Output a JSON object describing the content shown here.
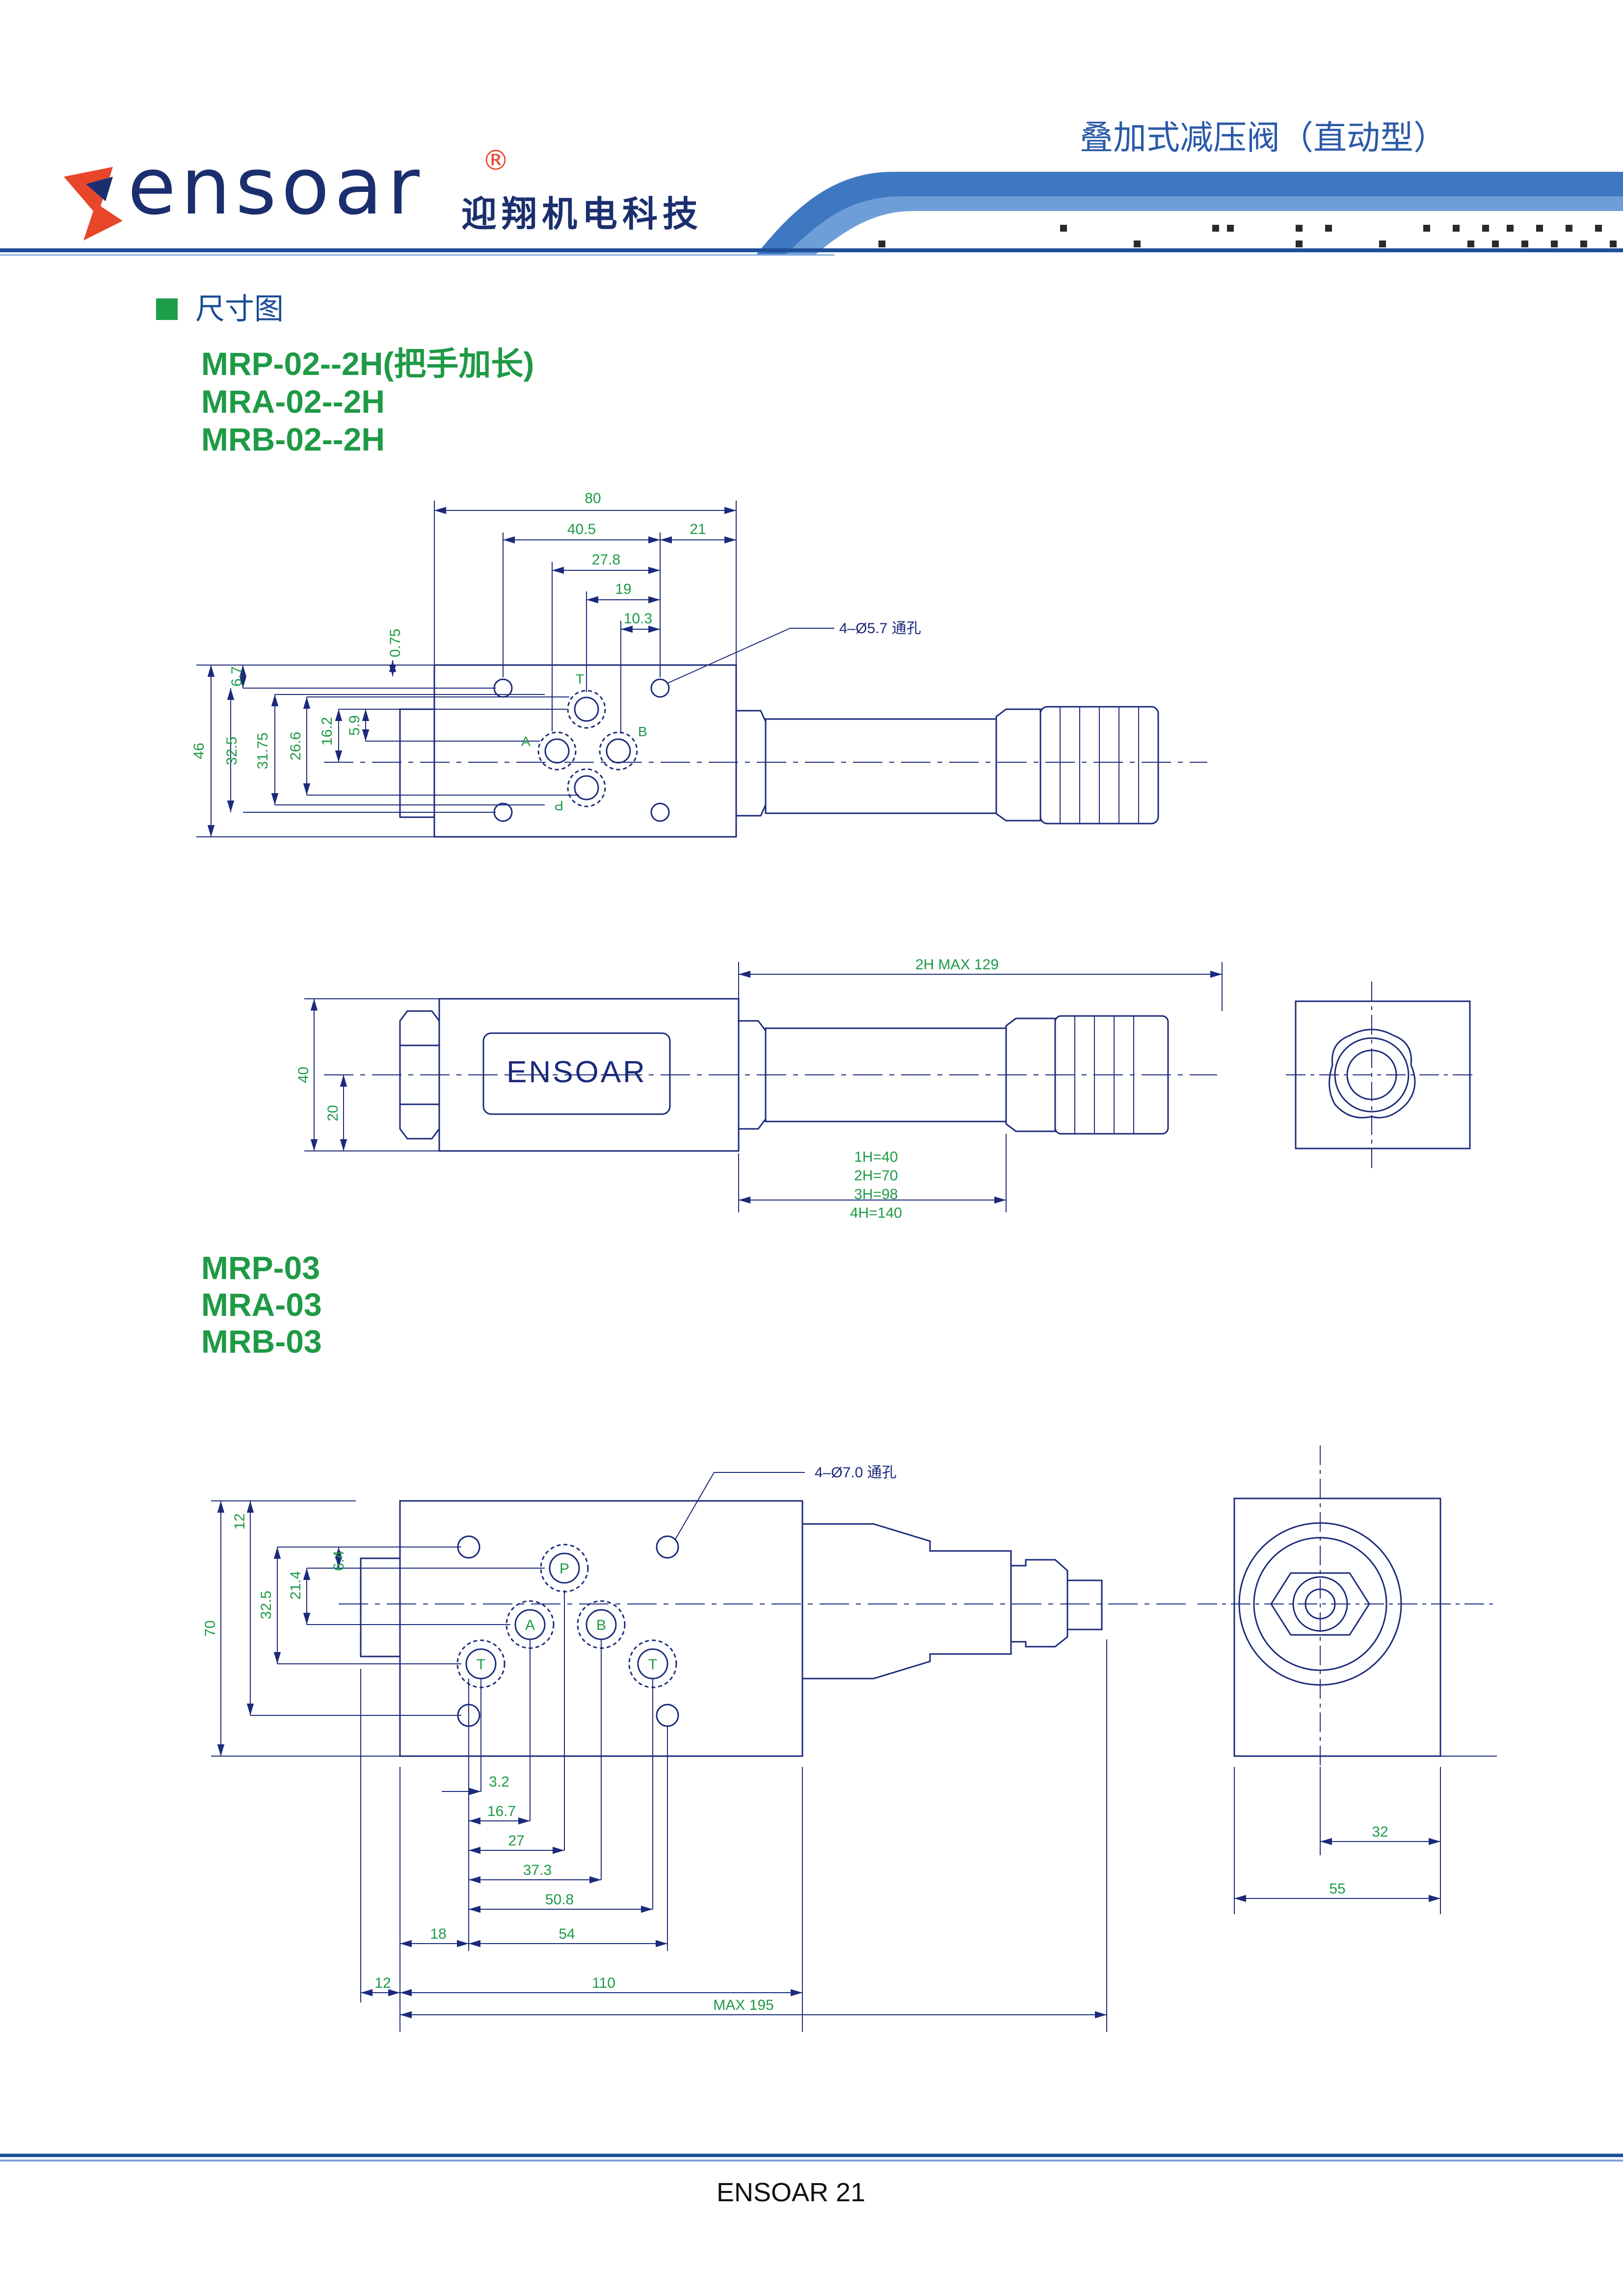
{
  "header": {
    "logo_text": "ensoar",
    "logo_registered": "®",
    "company_cn": "迎翔机电科技",
    "title": "叠加式减压阀（直动型）"
  },
  "section": {
    "label": "尺寸图"
  },
  "models_02": [
    "MRP-02--2H(把手加长)",
    "MRA-02--2H",
    "MRB-02--2H"
  ],
  "models_03": [
    "MRP-03",
    "MRA-03",
    "MRB-03"
  ],
  "drawing1": {
    "note_holes": "4–Ø5.7 通孔",
    "dims_top": [
      "80",
      "40.5",
      "21",
      "27.8",
      "19",
      "10.3"
    ],
    "dims_left": [
      "46",
      "32.5",
      "31.75",
      "26.6",
      "16.2",
      "5.9",
      "6.7",
      "0.75"
    ],
    "ports": [
      "T",
      "A",
      "B",
      "P"
    ]
  },
  "drawing2": {
    "brand_plate": "ENSOAR",
    "dim_length": "2H    MAX    129",
    "dims_left": [
      "40",
      "20"
    ],
    "handle_lengths": [
      "1H=40",
      "2H=70",
      "3H=98",
      "4H=140"
    ]
  },
  "drawing3": {
    "note_holes": "4–Ø7.0 通孔",
    "dims_left": [
      "12",
      "6.4",
      "21.4",
      "32.5",
      "70"
    ],
    "dims_bottom": [
      "3.2",
      "16.7",
      "27",
      "37.3",
      "50.8",
      "18",
      "54",
      "12",
      "110",
      "MAX  195"
    ],
    "ports": [
      "P",
      "A",
      "B",
      "T",
      "T"
    ]
  },
  "drawing4": {
    "dims": [
      "32",
      "55"
    ]
  },
  "footer": {
    "text": "ENSOAR  21"
  },
  "colors": {
    "line": "#1b2a7a",
    "dim": "#1e9a45",
    "title_blue": "#2b5aa8",
    "logo_orange": "#e8462b"
  }
}
